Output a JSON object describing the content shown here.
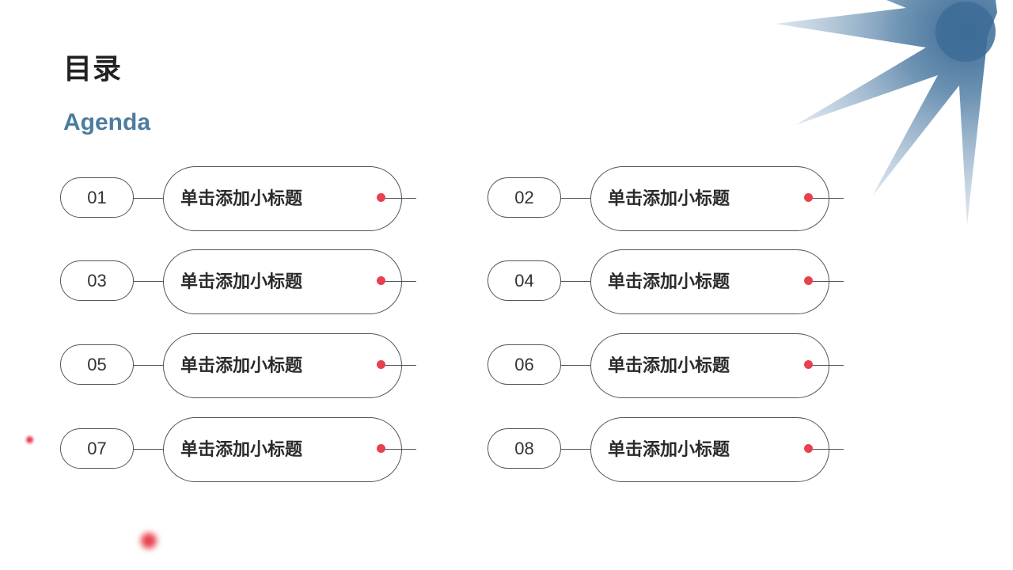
{
  "header": {
    "title": "目录",
    "subtitle": "Agenda"
  },
  "colors": {
    "accent_red": "#e8414e",
    "accent_blue": "#4d7c9f",
    "outline": "#555555"
  },
  "agenda": [
    {
      "number": "01",
      "label": "单击添加小标题"
    },
    {
      "number": "02",
      "label": "单击添加小标题"
    },
    {
      "number": "03",
      "label": "单击添加小标题"
    },
    {
      "number": "04",
      "label": "单击添加小标题"
    },
    {
      "number": "05",
      "label": "单击添加小标题"
    },
    {
      "number": "06",
      "label": "单击添加小标题"
    },
    {
      "number": "07",
      "label": "单击添加小标题"
    },
    {
      "number": "08",
      "label": "单击添加小标题"
    }
  ]
}
